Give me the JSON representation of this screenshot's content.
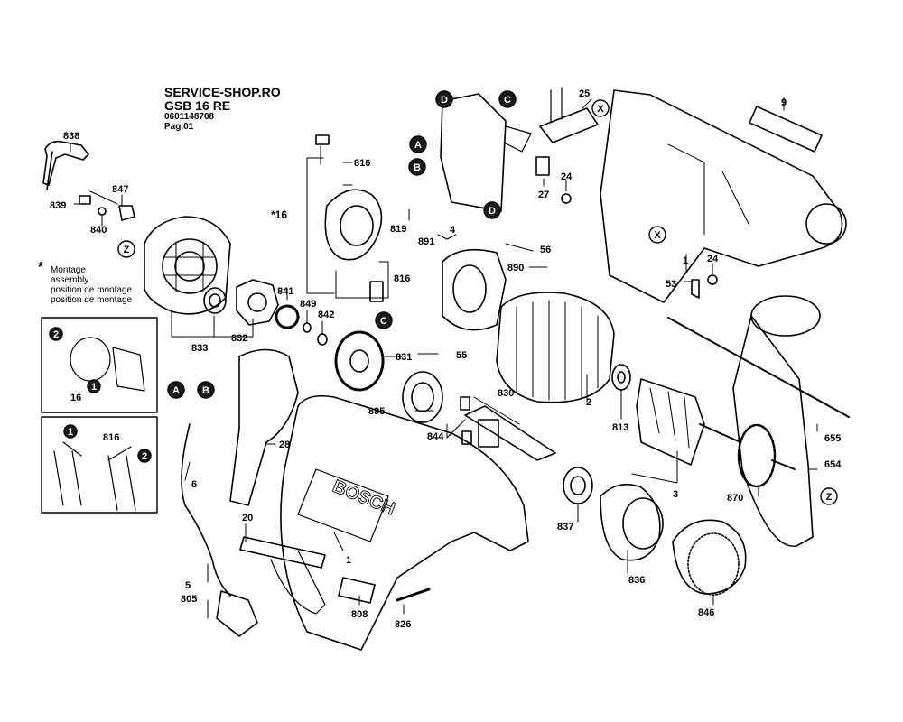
{
  "header": {
    "line1": "SERVICE-SHOP.RO",
    "line2": "GSB 16 RE",
    "line3": "0601148708",
    "line4": "Pag.01"
  },
  "note": {
    "star": "*",
    "lines": [
      "Montage",
      "assembly",
      "position de montage",
      "position de montage"
    ]
  },
  "group_label": "*16",
  "callouts": {
    "c1": {
      "letter": "A",
      "fill": "#1a1a1a"
    },
    "c2": {
      "letter": "B",
      "fill": "#1a1a1a"
    },
    "c3": {
      "letter": "C",
      "fill": "#1a1a1a"
    },
    "c4": {
      "letter": "D",
      "fill": "#1a1a1a"
    },
    "c5": {
      "letter": "A",
      "fill": "#1a1a1a"
    },
    "c6": {
      "letter": "B",
      "fill": "#1a1a1a"
    },
    "c7": {
      "letter": "D",
      "fill": "#1a1a1a"
    },
    "c8": {
      "letter": "C",
      "fill": "#1a1a1a"
    },
    "c9": {
      "letter": "X",
      "fill": "#ffffff"
    },
    "c10": {
      "letter": "X",
      "fill": "#ffffff"
    },
    "c11": {
      "letter": "Z",
      "fill": "#ffffff"
    },
    "c12": {
      "letter": "Z",
      "fill": "#ffffff"
    },
    "c13": {
      "letter": "2",
      "fill": "#1a1a1a"
    },
    "c14": {
      "letter": "1",
      "fill": "#1a1a1a"
    },
    "c15": {
      "letter": "1",
      "fill": "#1a1a1a"
    },
    "c16": {
      "letter": "2",
      "fill": "#1a1a1a"
    }
  },
  "parts": {
    "p838": "838",
    "p839": "839",
    "p840": "840",
    "p847": "847",
    "p833": "833",
    "p832": "832",
    "p841": "841",
    "p849": "849",
    "p842": "842",
    "p816a": "816",
    "p816b": "816",
    "p819": "819",
    "p891": "891",
    "p4": "4",
    "p56": "56",
    "p890": "890",
    "p55": "55",
    "p831": "831",
    "p830": "830",
    "p895": "895",
    "p844": "844",
    "p2": "2",
    "p813": "813",
    "p3": "3",
    "p870": "870",
    "p837": "837",
    "p836": "836",
    "p846": "846",
    "p25": "25",
    "p27": "27",
    "p24a": "24",
    "p24b": "24",
    "p9": "9",
    "p1a": "1",
    "p53": "53",
    "p655": "655",
    "p654": "654",
    "p28": "28",
    "p6": "6",
    "p20": "20",
    "p1b": "1",
    "p5": "5",
    "p805": "805",
    "p808": "808",
    "p826": "826",
    "p16": "16",
    "p816c": "816"
  },
  "brand": "BOSCH"
}
